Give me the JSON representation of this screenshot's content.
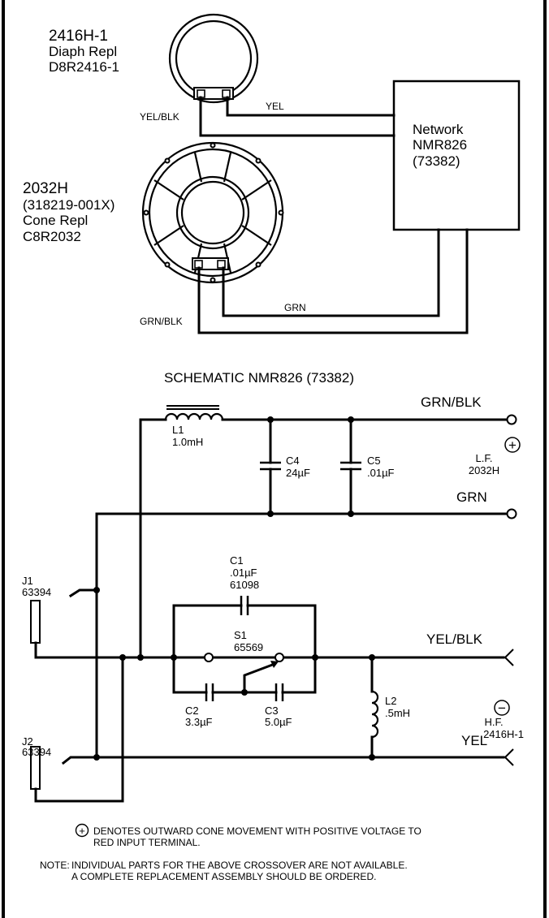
{
  "diagram": {
    "hf_driver": {
      "model": "2416H-1",
      "part": "Diaph Repl",
      "repl_code": "D8R2416-1"
    },
    "lf_driver": {
      "model": "2032H",
      "alt_part": "(318219-001X)",
      "part": "Cone Repl",
      "repl_code": "C8R2032"
    },
    "network": {
      "title": "Network",
      "model": "NMR826",
      "part_no": "(73382)"
    },
    "wires": {
      "yel": "YEL",
      "yel_blk": "YEL/BLK",
      "grn": "GRN",
      "grn_blk": "GRN/BLK"
    }
  },
  "schematic": {
    "title": "SCHEMATIC NMR826 (73382)",
    "L1": {
      "ref": "L1",
      "value": "1.0mH"
    },
    "L2": {
      "ref": "L2",
      "value": ".5mH"
    },
    "C1": {
      "ref": "C1",
      "value": ".01µF",
      "part": "61098"
    },
    "C2": {
      "ref": "C2",
      "value": "3.3µF"
    },
    "C3": {
      "ref": "C3",
      "value": "5.0µF"
    },
    "C4": {
      "ref": "C4",
      "value": "24µF"
    },
    "C5": {
      "ref": "C5",
      "value": ".01µF"
    },
    "S1": {
      "ref": "S1",
      "part": "65569"
    },
    "J1": {
      "ref": "J1",
      "part": "63394"
    },
    "J2": {
      "ref": "J2",
      "part": "63394"
    },
    "outputs": {
      "grn_blk": "GRN/BLK",
      "grn": "GRN",
      "yel_blk": "YEL/BLK",
      "yel": "YEL"
    },
    "lf": {
      "label": "L.F.",
      "model": "2032H",
      "polarity": "+"
    },
    "hf": {
      "label": "H.F.",
      "model": "2416H-1",
      "polarity": "−"
    }
  },
  "notes": {
    "polarity_symbol": "+",
    "polarity_line1": "DENOTES OUTWARD CONE MOVEMENT WITH POSITIVE VOLTAGE TO",
    "polarity_line2": "RED INPUT TERMINAL.",
    "note_prefix": "NOTE:",
    "note_line1": "INDIVIDUAL PARTS FOR THE ABOVE CROSSOVER ARE NOT AVAILABLE.",
    "note_line2": "A COMPLETE REPLACEMENT ASSEMBLY SHOULD BE ORDERED."
  }
}
